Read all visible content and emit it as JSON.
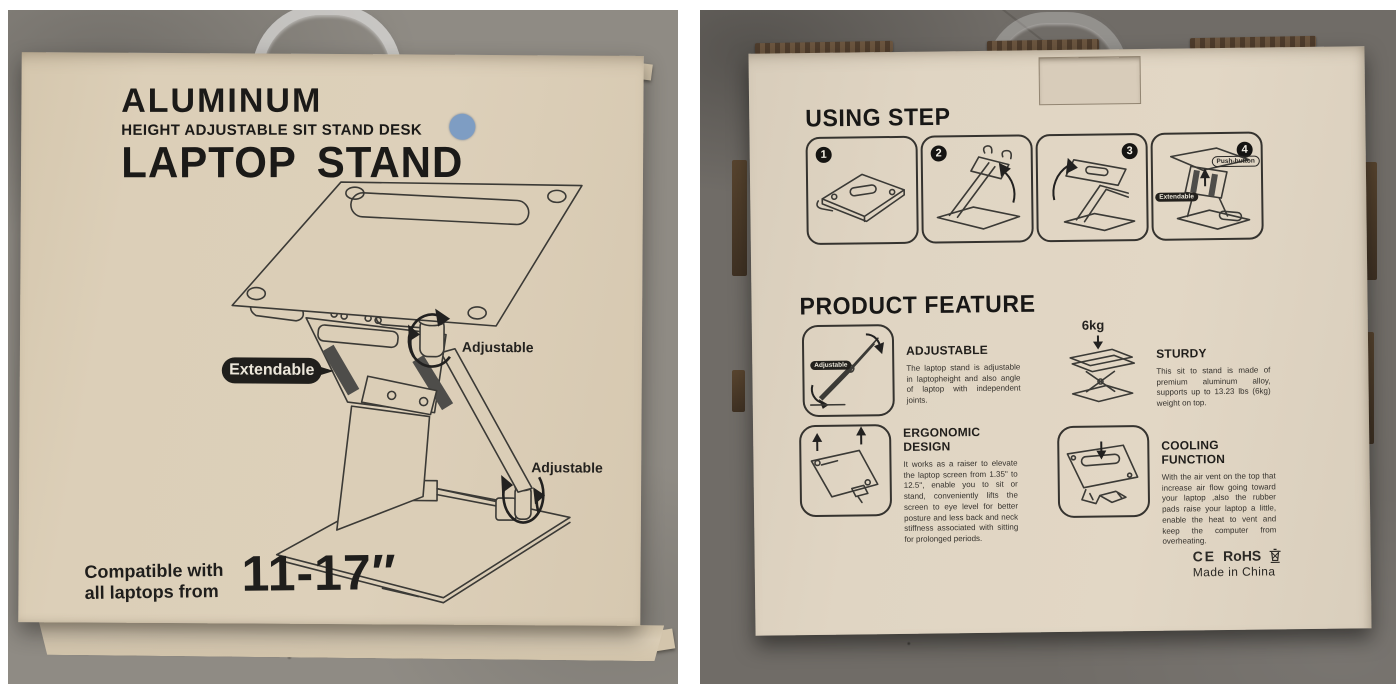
{
  "colors": {
    "floor_left": "#8f8b84",
    "floor_right": "#706c67",
    "box_front": "#dccfb8",
    "box_back": "#e0d5c3",
    "ink": "#1b1a18",
    "sticker_blue": "#7e9dc3",
    "corrugate_brown": "#59452f"
  },
  "front_box": {
    "brand": {
      "line1": "ALUMINUM",
      "line2": "HEIGHT ADJUSTABLE SIT STAND DESK",
      "line3": "LAPTOP STAND"
    },
    "callouts": {
      "extendable": "Extendable",
      "adjustable_upper": "Adjustable",
      "adjustable_lower": "Adjustable"
    },
    "compatibility": {
      "line1": "Compatible with",
      "line2": "all laptops from",
      "range": "11-17″"
    }
  },
  "back_box": {
    "using_step": {
      "title": "USING STEP",
      "step_numbers": [
        "1",
        "2",
        "3",
        "4"
      ],
      "step4_callouts": {
        "extendable": "Extendable",
        "push_button": "Push-button"
      }
    },
    "product_feature": {
      "title": "PRODUCT FEATURE",
      "features": [
        {
          "title": "ADJUSTABLE",
          "callout": "Adjustable",
          "text": "The laptop stand is adjustable in laptopheight and also angle of laptop with independent joints."
        },
        {
          "title": "STURDY",
          "callout": "6kg",
          "text": "This sit to stand is made of premium aluminum alloy, supports up to 13.23 lbs (6kg) weight on top."
        },
        {
          "title": "ERGONOMIC DESIGN",
          "text": "It works as a raiser to elevate the laptop screen from 1.35\" to 12.5\", enable you to sit or stand, conveniently lifts the screen to eye level for better posture and less back and neck stiffness associated with sitting for prolonged periods."
        },
        {
          "title": "COOLING FUNCTION",
          "text": "With the air vent on the top that increase air flow going toward your laptop ,also the rubber pads raise your laptop a little, enable the heat to vent and keep the computer from overheating."
        }
      ]
    },
    "certifications": {
      "ce": "CE",
      "rohs": "RoHS",
      "weee_icon": "crossed-out-bin",
      "made_in": "Made in China"
    }
  }
}
